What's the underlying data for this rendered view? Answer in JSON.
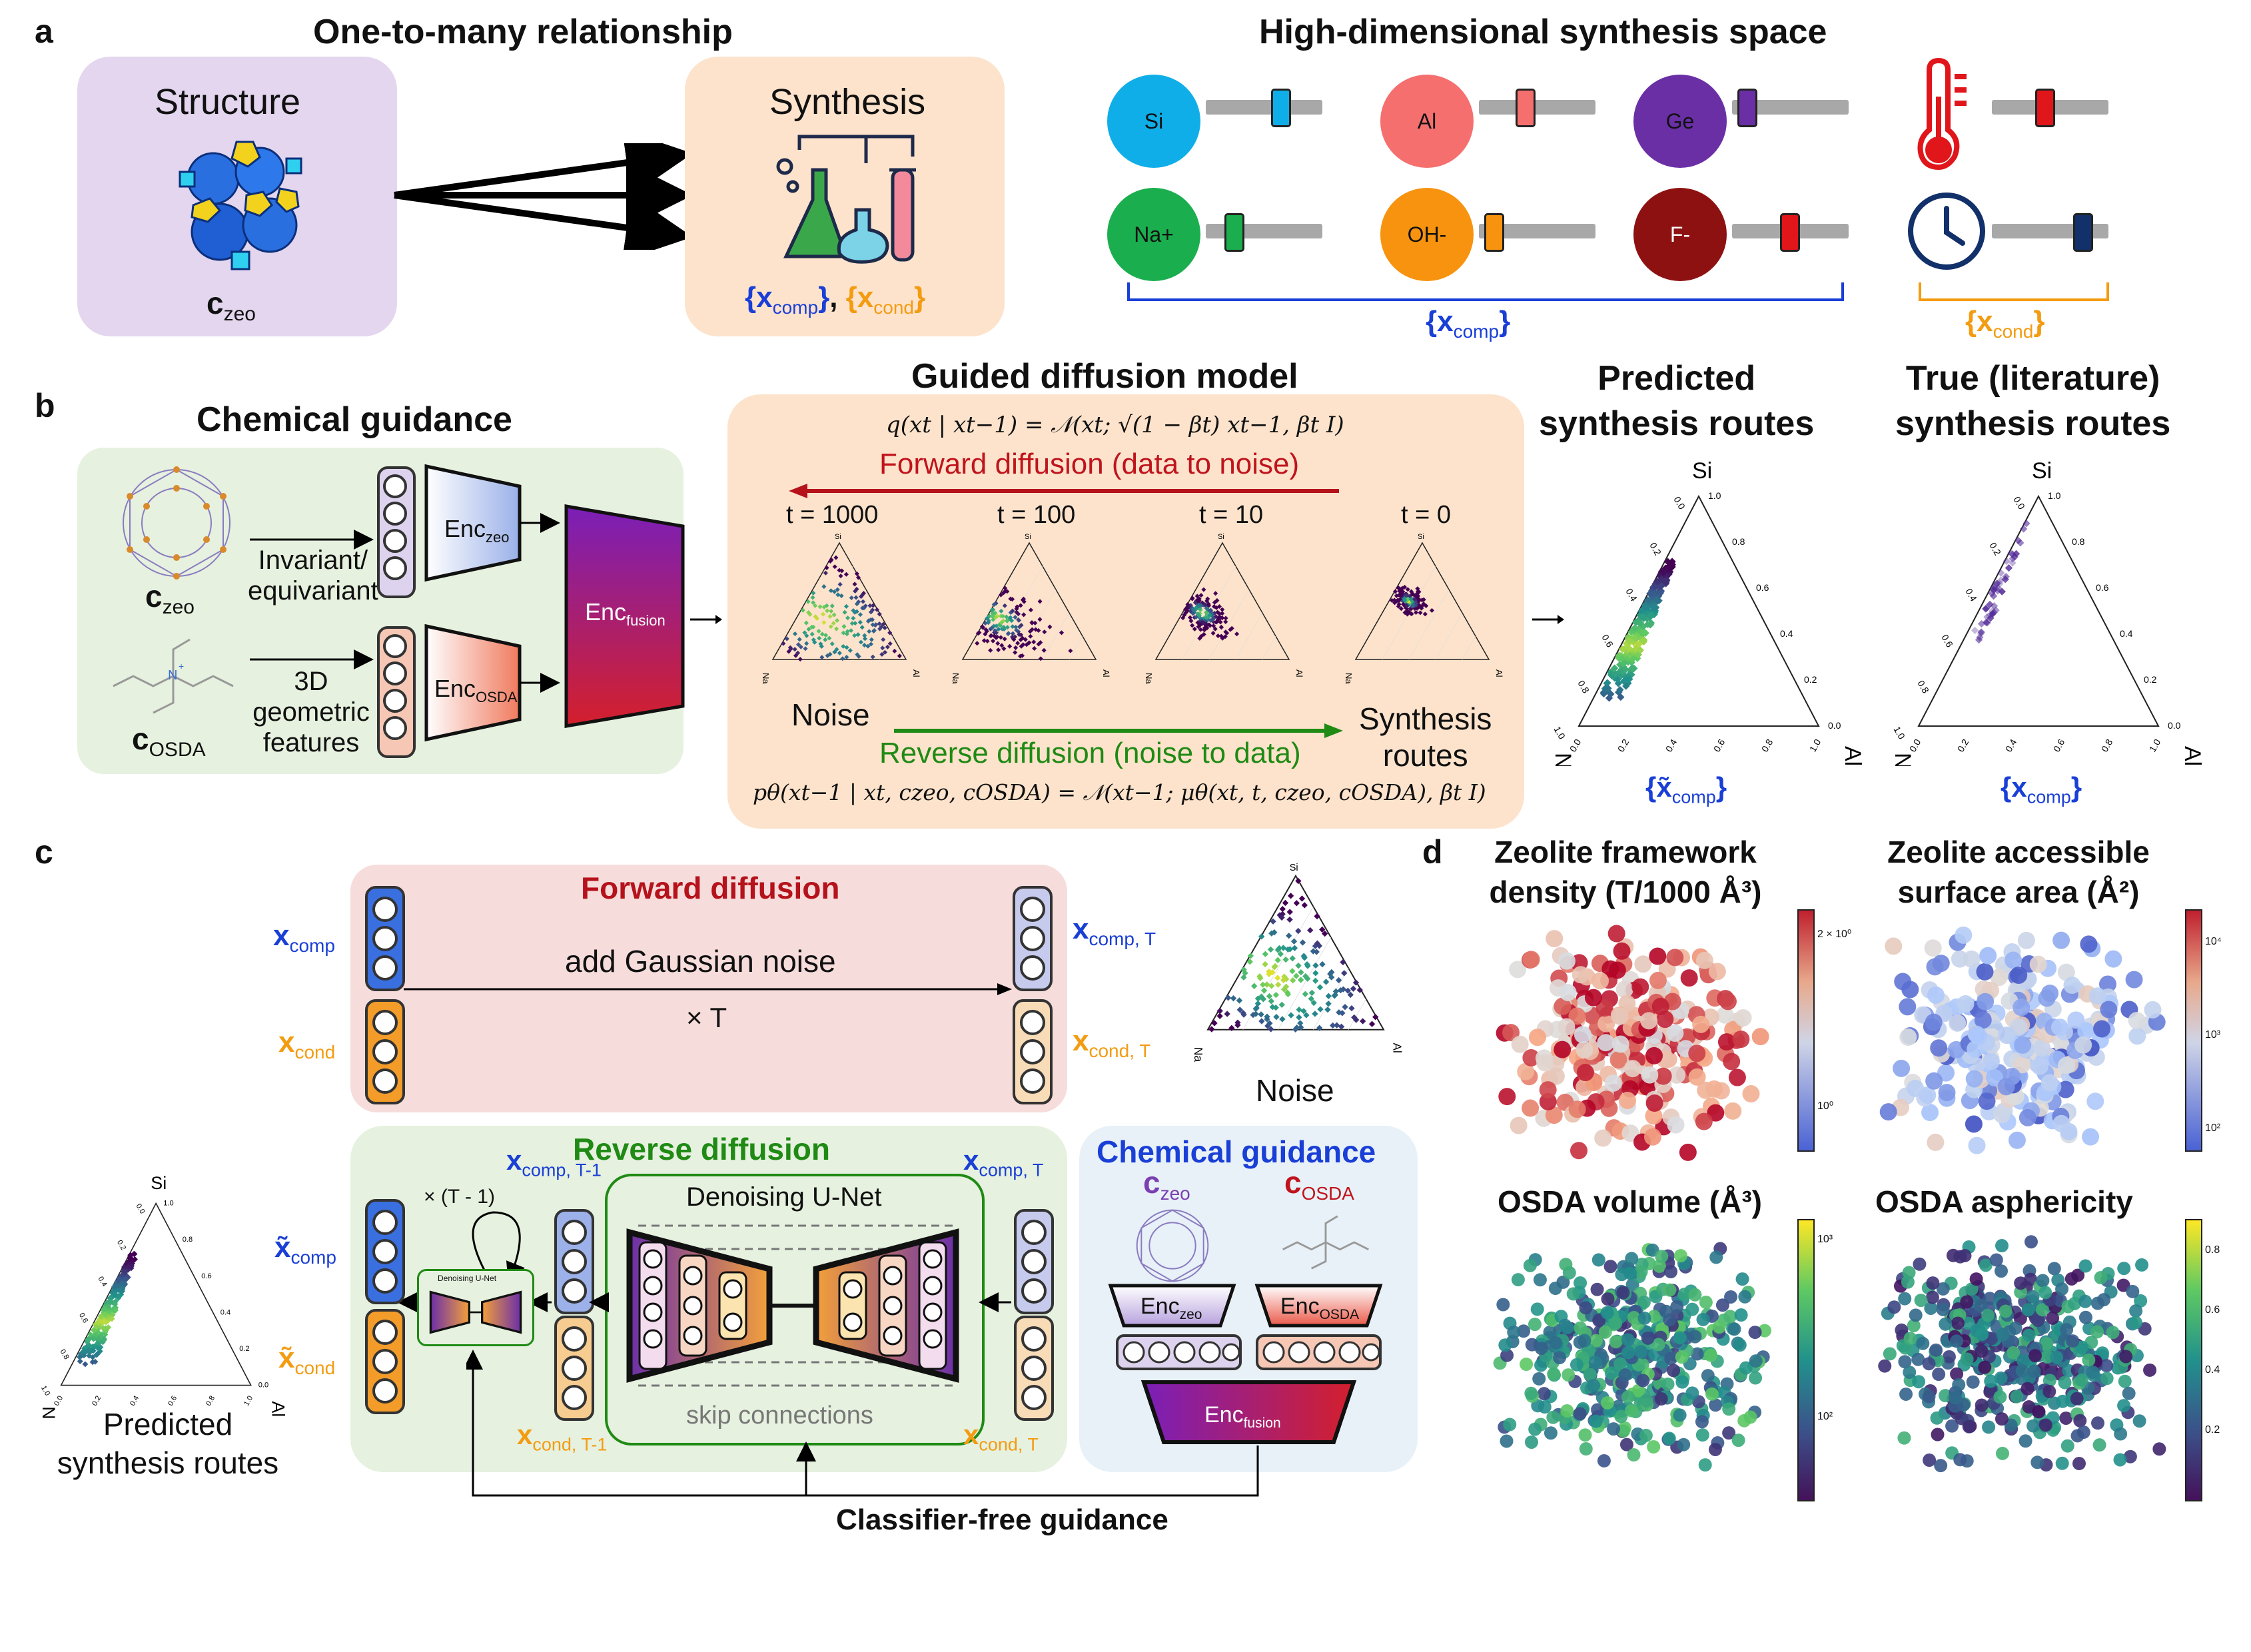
{
  "panel_letters": {
    "a": "a",
    "b": "b",
    "c": "c",
    "d": "d"
  },
  "panel_a": {
    "title_left": "One-to-many relationship",
    "title_right": "High-dimensional synthesis space",
    "structure_label": "Structure",
    "czeo_main": "c",
    "czeo_sub": "zeo",
    "synthesis_label": "Synthesis",
    "xcomp_main": "{x",
    "xcomp_sub": "comp",
    "xcomp_end": "}",
    "xcond_main": "{x",
    "xcond_sub": "cond",
    "xcond_end": "}",
    "separator": ",",
    "species": [
      {
        "label": "Si",
        "color": "#10aee8",
        "thumb": "#10aee8",
        "level": 0.65
      },
      {
        "label": "Al",
        "color": "#f56f6f",
        "thumb": "#f56f6f",
        "level": 0.45
      },
      {
        "label": "Ge",
        "color": "#6a2fa5",
        "thumb": "#6a2fa5",
        "level": 0.1
      },
      {
        "label": "Na+",
        "color": "#1aae4e",
        "thumb": "#1aae4e",
        "level": 0.25
      },
      {
        "label": "OH-",
        "color": "#f7930e",
        "thumb": "#f7930e",
        "level": 0.1
      },
      {
        "label": "F-",
        "color": "#8e1111",
        "thumb": "#e0161b",
        "level": 0.45
      }
    ],
    "temp_thumb": "#e0161b",
    "time_thumb": "#12306a"
  },
  "panel_b": {
    "chem_guidance_title": "Chemical guidance",
    "czeo_main": "c",
    "czeo_sub": "zeo",
    "cosda_main": "c",
    "cosda_sub": "OSDA",
    "invariant_line1": "Invariant/",
    "invariant_line2": "equivariant",
    "geo_line1": "3D",
    "geo_line2": "geometric",
    "geo_line3": "features",
    "enc_main": "Enc",
    "enc_zeo_sub": "zeo",
    "enc_osda_sub": "OSDA",
    "enc_fusion_sub": "fusion",
    "model_title": "Guided diffusion model",
    "forward_eq": "q(xt | xt−1) = 𝒩(xt; √(1 − βt) xt−1, βt I)",
    "forward_label": "Forward diffusion (data to noise)",
    "timesteps": [
      "t = 1000",
      "t = 100",
      "t = 10",
      "t = 0"
    ],
    "noise_label": "Noise",
    "synth_routes_line1": "Synthesis",
    "synth_routes_line2": "routes",
    "reverse_label": "Reverse diffusion (noise to data)",
    "reverse_eq": "pθ(xt−1 | xt, czeo, cOSDA) = 𝒩(xt−1; μθ(xt, t, czeo, cOSDA), βt I)",
    "predicted_title_line1": "Predicted",
    "predicted_title_line2": "synthesis routes",
    "true_title_line1": "True (literature)",
    "true_title_line2": "synthesis routes",
    "pred_xcomp_main": "{x̃",
    "true_xcomp_main": "{x",
    "xcomp_sub": "comp",
    "xcomp_end": "}",
    "ternary_axes": {
      "top": "Si",
      "left": "Na",
      "right": "Al"
    },
    "ticks_right": [
      "0.0",
      "0.2",
      "0.4",
      "0.6",
      "0.8",
      "1.0"
    ],
    "ticks_left": [
      "0.0",
      "0.2",
      "0.4",
      "0.6",
      "0.8",
      "1.0"
    ],
    "ticks_bottom": [
      "0.0",
      "0.2",
      "0.4",
      "0.6",
      "0.8",
      "1.0"
    ]
  },
  "panel_c": {
    "forward_title": "Forward diffusion",
    "add_noise": "add Gaussian noise",
    "times_T": "× T",
    "reverse_title": "Reverse diffusion",
    "unet_label": "Denoising U-Net",
    "skip_label": "skip connections",
    "loop_label": "× (T - 1)",
    "mini_unet_label": "Denoising U-Net",
    "chem_title": "Chemical guidance",
    "czeo_main": "c",
    "czeo_sub": "zeo",
    "cosda_main": "c",
    "cosda_sub": "OSDA",
    "enc_main": "Enc",
    "enc_zeo_sub": "zeo",
    "enc_osda_sub": "OSDA",
    "enc_fusion_sub": "fusion",
    "cfg_label": "Classifier-free guidance",
    "noise_label": "Noise",
    "predicted_line1": "Predicted",
    "predicted_line2": "synthesis routes",
    "x_main": "x",
    "x_tilde": "x̃",
    "sub_comp": "comp",
    "sub_cond": "cond",
    "sub_comp_T": "comp, T",
    "sub_cond_T": "cond, T",
    "sub_comp_T1": "comp, T-1",
    "sub_cond_T1": "cond, T-1"
  },
  "panel_d": {
    "plots": [
      {
        "title_line1": "Zeolite framework",
        "title_line2": "density (T/1000 Å³)",
        "cmap": "coolwarm",
        "ticks": [
          "2 × 10⁰",
          "10⁰"
        ]
      },
      {
        "title_line1": "Zeolite accessible",
        "title_line2": "surface area (Å²)",
        "cmap": "coolwarm",
        "ticks": [
          "10⁴",
          "10³",
          "10²"
        ]
      },
      {
        "title_line1": "OSDA volume (Å³)",
        "title_line2": "",
        "cmap": "viridis",
        "ticks": [
          "10³",
          "10²"
        ]
      },
      {
        "title_line1": "OSDA asphericity",
        "title_line2": "",
        "cmap": "viridis",
        "ticks": [
          "0.8",
          "0.6",
          "0.4",
          "0.2"
        ]
      }
    ]
  }
}
